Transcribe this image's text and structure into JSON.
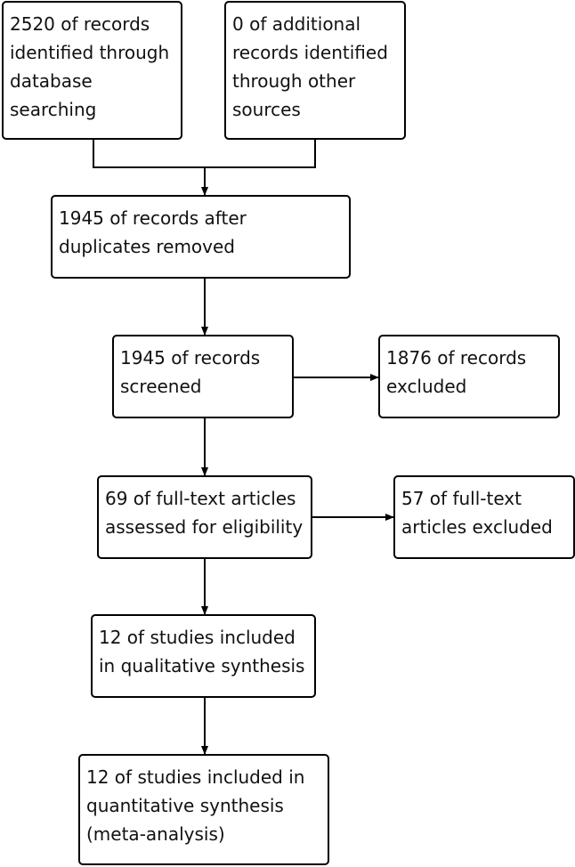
{
  "flow": {
    "identified_db": [
      "2520 of records",
      "identified through",
      "database",
      "searching"
    ],
    "identified_other": [
      "0 of additional",
      "records identified",
      "through other",
      "sources"
    ],
    "after_duplicates": [
      "1945 of records after",
      "duplicates removed"
    ],
    "screened": [
      "1945 of records",
      "screened"
    ],
    "excluded_records": [
      "1876 of records",
      "excluded"
    ],
    "fulltext_assessed": [
      "69 of full-text articles",
      "assessed for eligibility"
    ],
    "fulltext_excluded": [
      "57 of full-text",
      "articles excluded"
    ],
    "qualitative": [
      "12 of studies included",
      "in qualitative synthesis"
    ],
    "quantitative": [
      "12 of studies included in",
      "quantitative synthesis",
      "(meta-analysis)"
    ]
  }
}
